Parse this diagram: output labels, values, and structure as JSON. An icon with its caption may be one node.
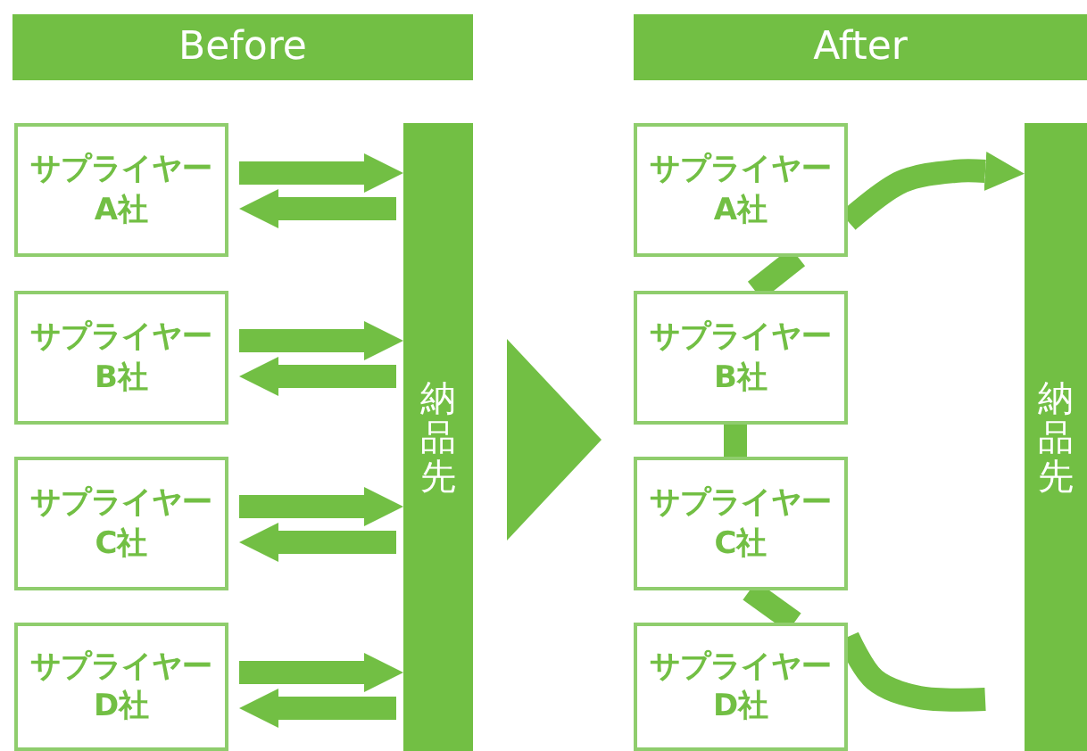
{
  "diagram": {
    "nodes": [
      {
        "text": [
          "Before"
        ]
      },
      {
        "text": [
          "サプライヤーA社"
        ]
      },
      {
        "text": [
          "サプライヤーB社"
        ]
      },
      {
        "text": [
          "サプライヤーC社"
        ]
      },
      {
        "text": [
          "サプライヤーD社"
        ]
      },
      {
        "text": [
          "納品先"
        ]
      },
      {
        "text": [
          "After"
        ]
      },
      {
        "text": [
          "サプライヤーA社"
        ]
      },
      {
        "text": [
          "サプライヤーB社"
        ]
      },
      {
        "text": [
          "サプライヤーC社"
        ]
      },
      {
        "text": [
          "サプライヤーD社"
        ]
      },
      {
        "text": [
          "納品先"
        ]
      },
      {
        "text": [],
        "shape": "triangle"
      }
    ],
    "edges": [
      {
        "from": 1,
        "to": 5,
        "arrow": "to"
      },
      {
        "from": 5,
        "to": 1,
        "arrow": "to"
      },
      {
        "from": 2,
        "to": 5,
        "arrow": "to"
      },
      {
        "from": 5,
        "to": 2,
        "arrow": "to"
      },
      {
        "from": 3,
        "to": 5,
        "arrow": "to"
      },
      {
        "from": 5,
        "to": 3,
        "arrow": "to"
      },
      {
        "from": 4,
        "to": 5,
        "arrow": "to"
      },
      {
        "from": 5,
        "to": 4,
        "arrow": "to"
      },
      {
        "from": null,
        "to": 10,
        "arrow": "none"
      },
      {
        "from": 10,
        "to": 9,
        "arrow": "none"
      },
      {
        "from": 9,
        "to": 8,
        "arrow": "none"
      },
      {
        "from": 8,
        "to": 7,
        "arrow": "none"
      },
      {
        "from": 7,
        "to": 11,
        "arrow": "to"
      }
    ]
  }
}
